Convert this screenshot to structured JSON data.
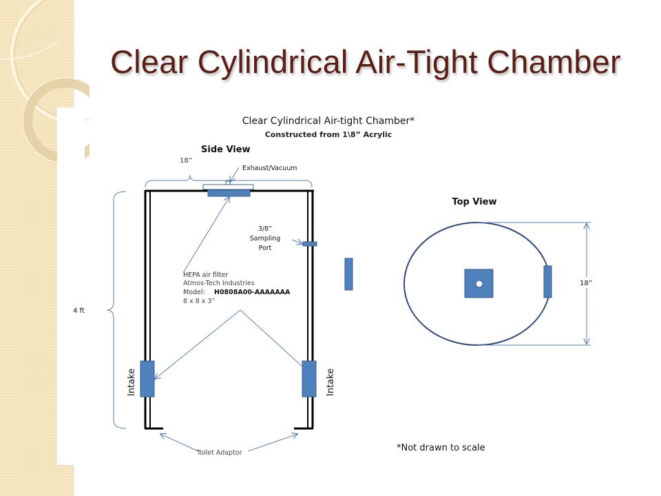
{
  "slide": {
    "title": "Clear Cylindrical Air-Tight Chamber"
  },
  "diagram": {
    "heading": "Clear Cylindrical Air-tight Chamber*",
    "subheading": "Constructed from 1\\8” Acrylic",
    "side_view": {
      "label": "Side View",
      "width_dimension": "18”",
      "height_dimension": "4 ft",
      "exhaust_label": "Exhaust/Vacuum",
      "sampling_port": [
        "3/8”",
        "Sampling",
        "Port"
      ],
      "filter_info": {
        "line1": "HEPA air filter",
        "line2": "Atmos-Tech Industries",
        "model_label": "Model:",
        "model_value": "H0808A00-AAAAAAA",
        "line4": "8 x 8 x 3”"
      },
      "intake_left": "Intake",
      "intake_right": "Intake",
      "toilet_adaptor": "Toilet Adaptor"
    },
    "top_view": {
      "label": "Top View",
      "diameter_dimension": "18”"
    },
    "footnote": "*Not drawn to scale"
  },
  "colors": {
    "title": "#5b1e14",
    "component_fill": "#4f81bd",
    "component_stroke": "#385d8a",
    "dimension_line": "#5a7fb5",
    "outline": "#000000",
    "sidebar": "#f3e2b8"
  }
}
